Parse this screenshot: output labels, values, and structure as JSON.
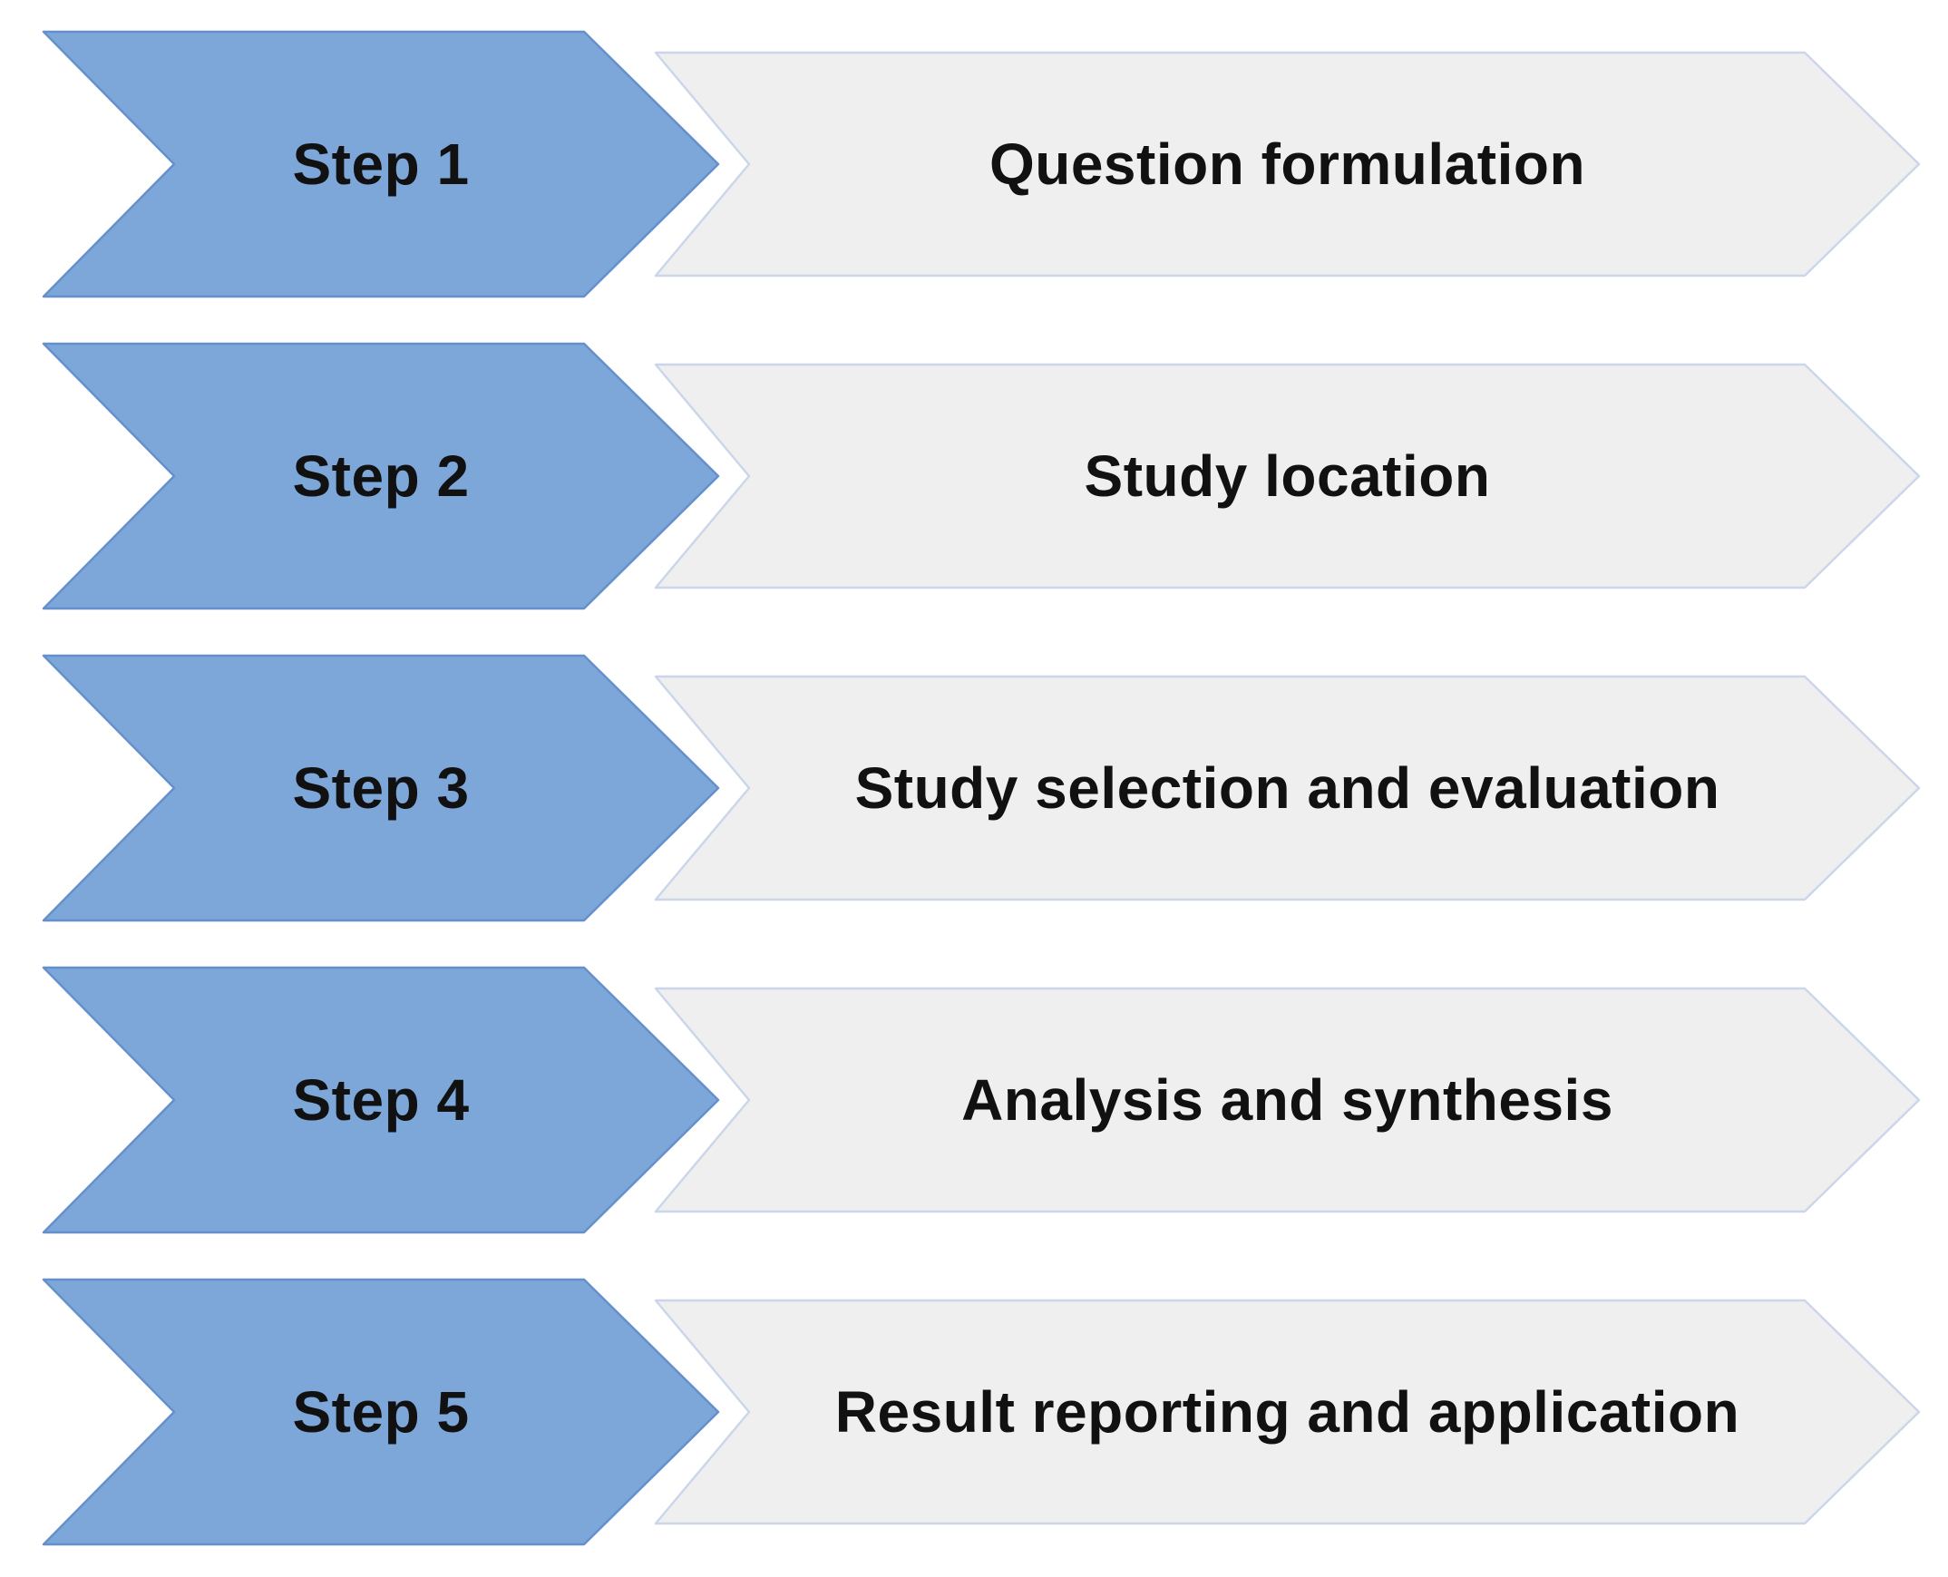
{
  "diagram": {
    "type": "process-flow",
    "direction": "vertical",
    "colors": {
      "step_fill": "#7DA6D9",
      "step_border": "#6590CB",
      "description_fill": "#EFEFEF",
      "description_border": "#CCD6EB",
      "text": "#111111",
      "background": "#FFFFFF"
    },
    "steps": [
      {
        "label": "Step 1",
        "description": "Question formulation"
      },
      {
        "label": "Step 2",
        "description": "Study location"
      },
      {
        "label": "Step 3",
        "description": "Study selection and evaluation"
      },
      {
        "label": "Step 4",
        "description": "Analysis and synthesis"
      },
      {
        "label": "Step 5",
        "description": "Result reporting and application"
      }
    ]
  }
}
